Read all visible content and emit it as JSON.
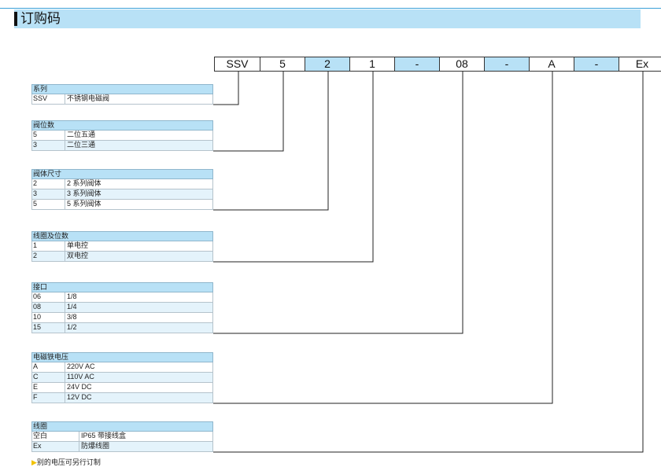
{
  "title": "订购码",
  "code_cells": [
    {
      "text": "SSV",
      "style": "white"
    },
    {
      "text": "5",
      "style": "white"
    },
    {
      "text": "2",
      "style": "blue"
    },
    {
      "text": "1",
      "style": "white"
    },
    {
      "text": "-",
      "style": "blue"
    },
    {
      "text": "08",
      "style": "white"
    },
    {
      "text": "-",
      "style": "blue"
    },
    {
      "text": "A",
      "style": "white"
    },
    {
      "text": "-",
      "style": "blue"
    },
    {
      "text": "Ex",
      "style": "white"
    }
  ],
  "groups": [
    {
      "header": "系列",
      "rows": [
        [
          "SSV",
          "不锈钢电磁阀"
        ]
      ]
    },
    {
      "header": "阀位数",
      "rows": [
        [
          "5",
          "二位五通"
        ],
        [
          "3",
          "二位三通"
        ]
      ]
    },
    {
      "header": "阀体尺寸",
      "rows": [
        [
          "2",
          "2 系列阀体"
        ],
        [
          "3",
          "3 系列阀体"
        ],
        [
          "5",
          "5 系列阀体"
        ]
      ]
    },
    {
      "header": "线圈及位数",
      "rows": [
        [
          "1",
          "单电控"
        ],
        [
          "2",
          "双电控"
        ]
      ]
    },
    {
      "header": "接口",
      "rows": [
        [
          "06",
          "1/8"
        ],
        [
          "08",
          "1/4"
        ],
        [
          "10",
          "3/8"
        ],
        [
          "15",
          "1/2"
        ]
      ]
    },
    {
      "header": "电磁铁电压",
      "rows": [
        [
          "A",
          "220V AC"
        ],
        [
          "C",
          "110V AC"
        ],
        [
          "E",
          "24V DC"
        ],
        [
          "F",
          "12V DC"
        ]
      ]
    },
    {
      "header": "线圈",
      "rows": [
        [
          "空白",
          "IP65 带接线盒"
        ],
        [
          "Ex",
          "防爆线圈"
        ]
      ]
    }
  ],
  "note": "别的电压可另行订制",
  "colors": {
    "accent": "#b8e1f6",
    "rule": "#3aa0d8",
    "note_arrow": "#f2c200"
  }
}
